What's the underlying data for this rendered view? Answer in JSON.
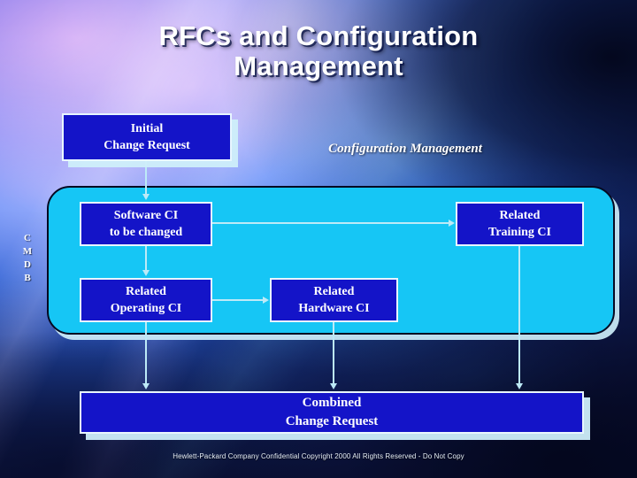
{
  "slide": {
    "title": "RFCs and Configuration\nManagement",
    "section_caption": "Configuration Management",
    "cmdb_label": "C\nM\nD\nB",
    "footer": "Hewlett-Packard Company Confidential Copyright 2000 All Rights Reserved - Do Not Copy"
  },
  "nodes": {
    "initial": "Initial\nChange Request",
    "software": "Software CI\nto be changed",
    "operating": "Related\nOperating CI",
    "hardware": "Related\nHardware CI",
    "training": "Related\nTraining CI",
    "combined": "Combined\nChange Request"
  },
  "colors": {
    "node_fill": "#1414c8",
    "node_border": "#e8f6ff",
    "panel_fill": "#16c6f5",
    "panel_border": "#050a22",
    "connector": "#bdeaf7",
    "text": "#ffffff",
    "shadow": "#cdeefa"
  }
}
